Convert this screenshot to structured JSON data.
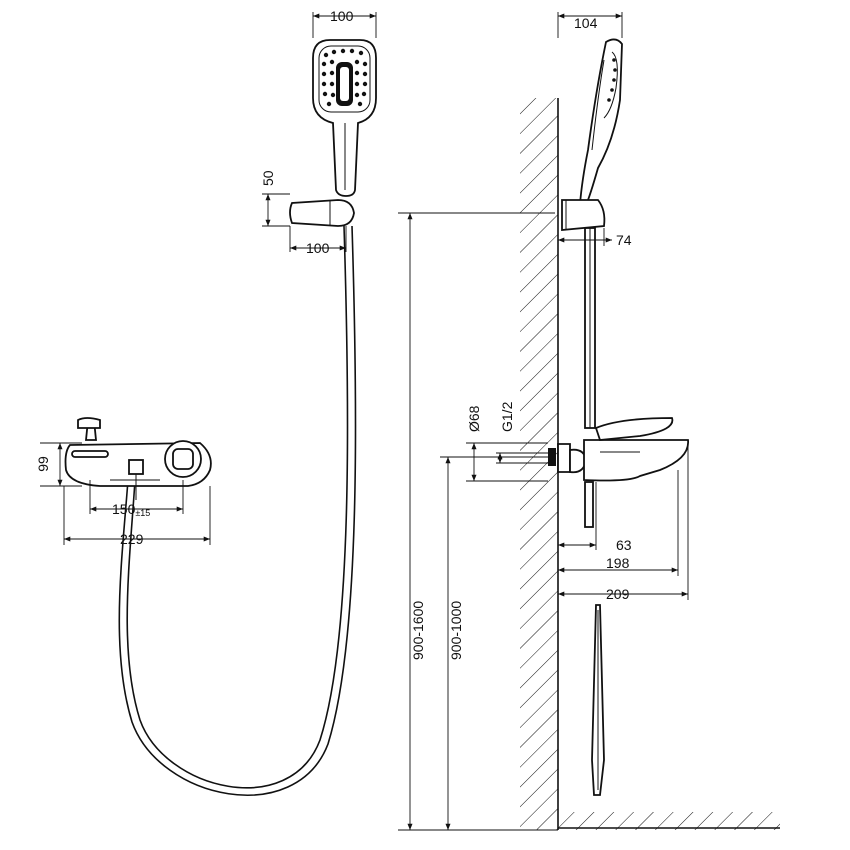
{
  "drawing": {
    "front_view": {
      "handshower_width": "100",
      "holder_height": "50",
      "holder_width": "100",
      "mixer_height": "99",
      "center_distance": "150",
      "center_tolerance": "±15",
      "mixer_width": "229"
    },
    "side_view": {
      "handshower_depth": "104",
      "holder_depth": "74",
      "flange_diameter": "Ø68",
      "thread": "G1/2",
      "depth_63": "63",
      "depth_198": "198",
      "depth_209": "209",
      "total_height_range": "900-1600",
      "mixer_height_range": "900-1000"
    }
  },
  "colors": {
    "line": "#111111",
    "background": "#ffffff"
  }
}
